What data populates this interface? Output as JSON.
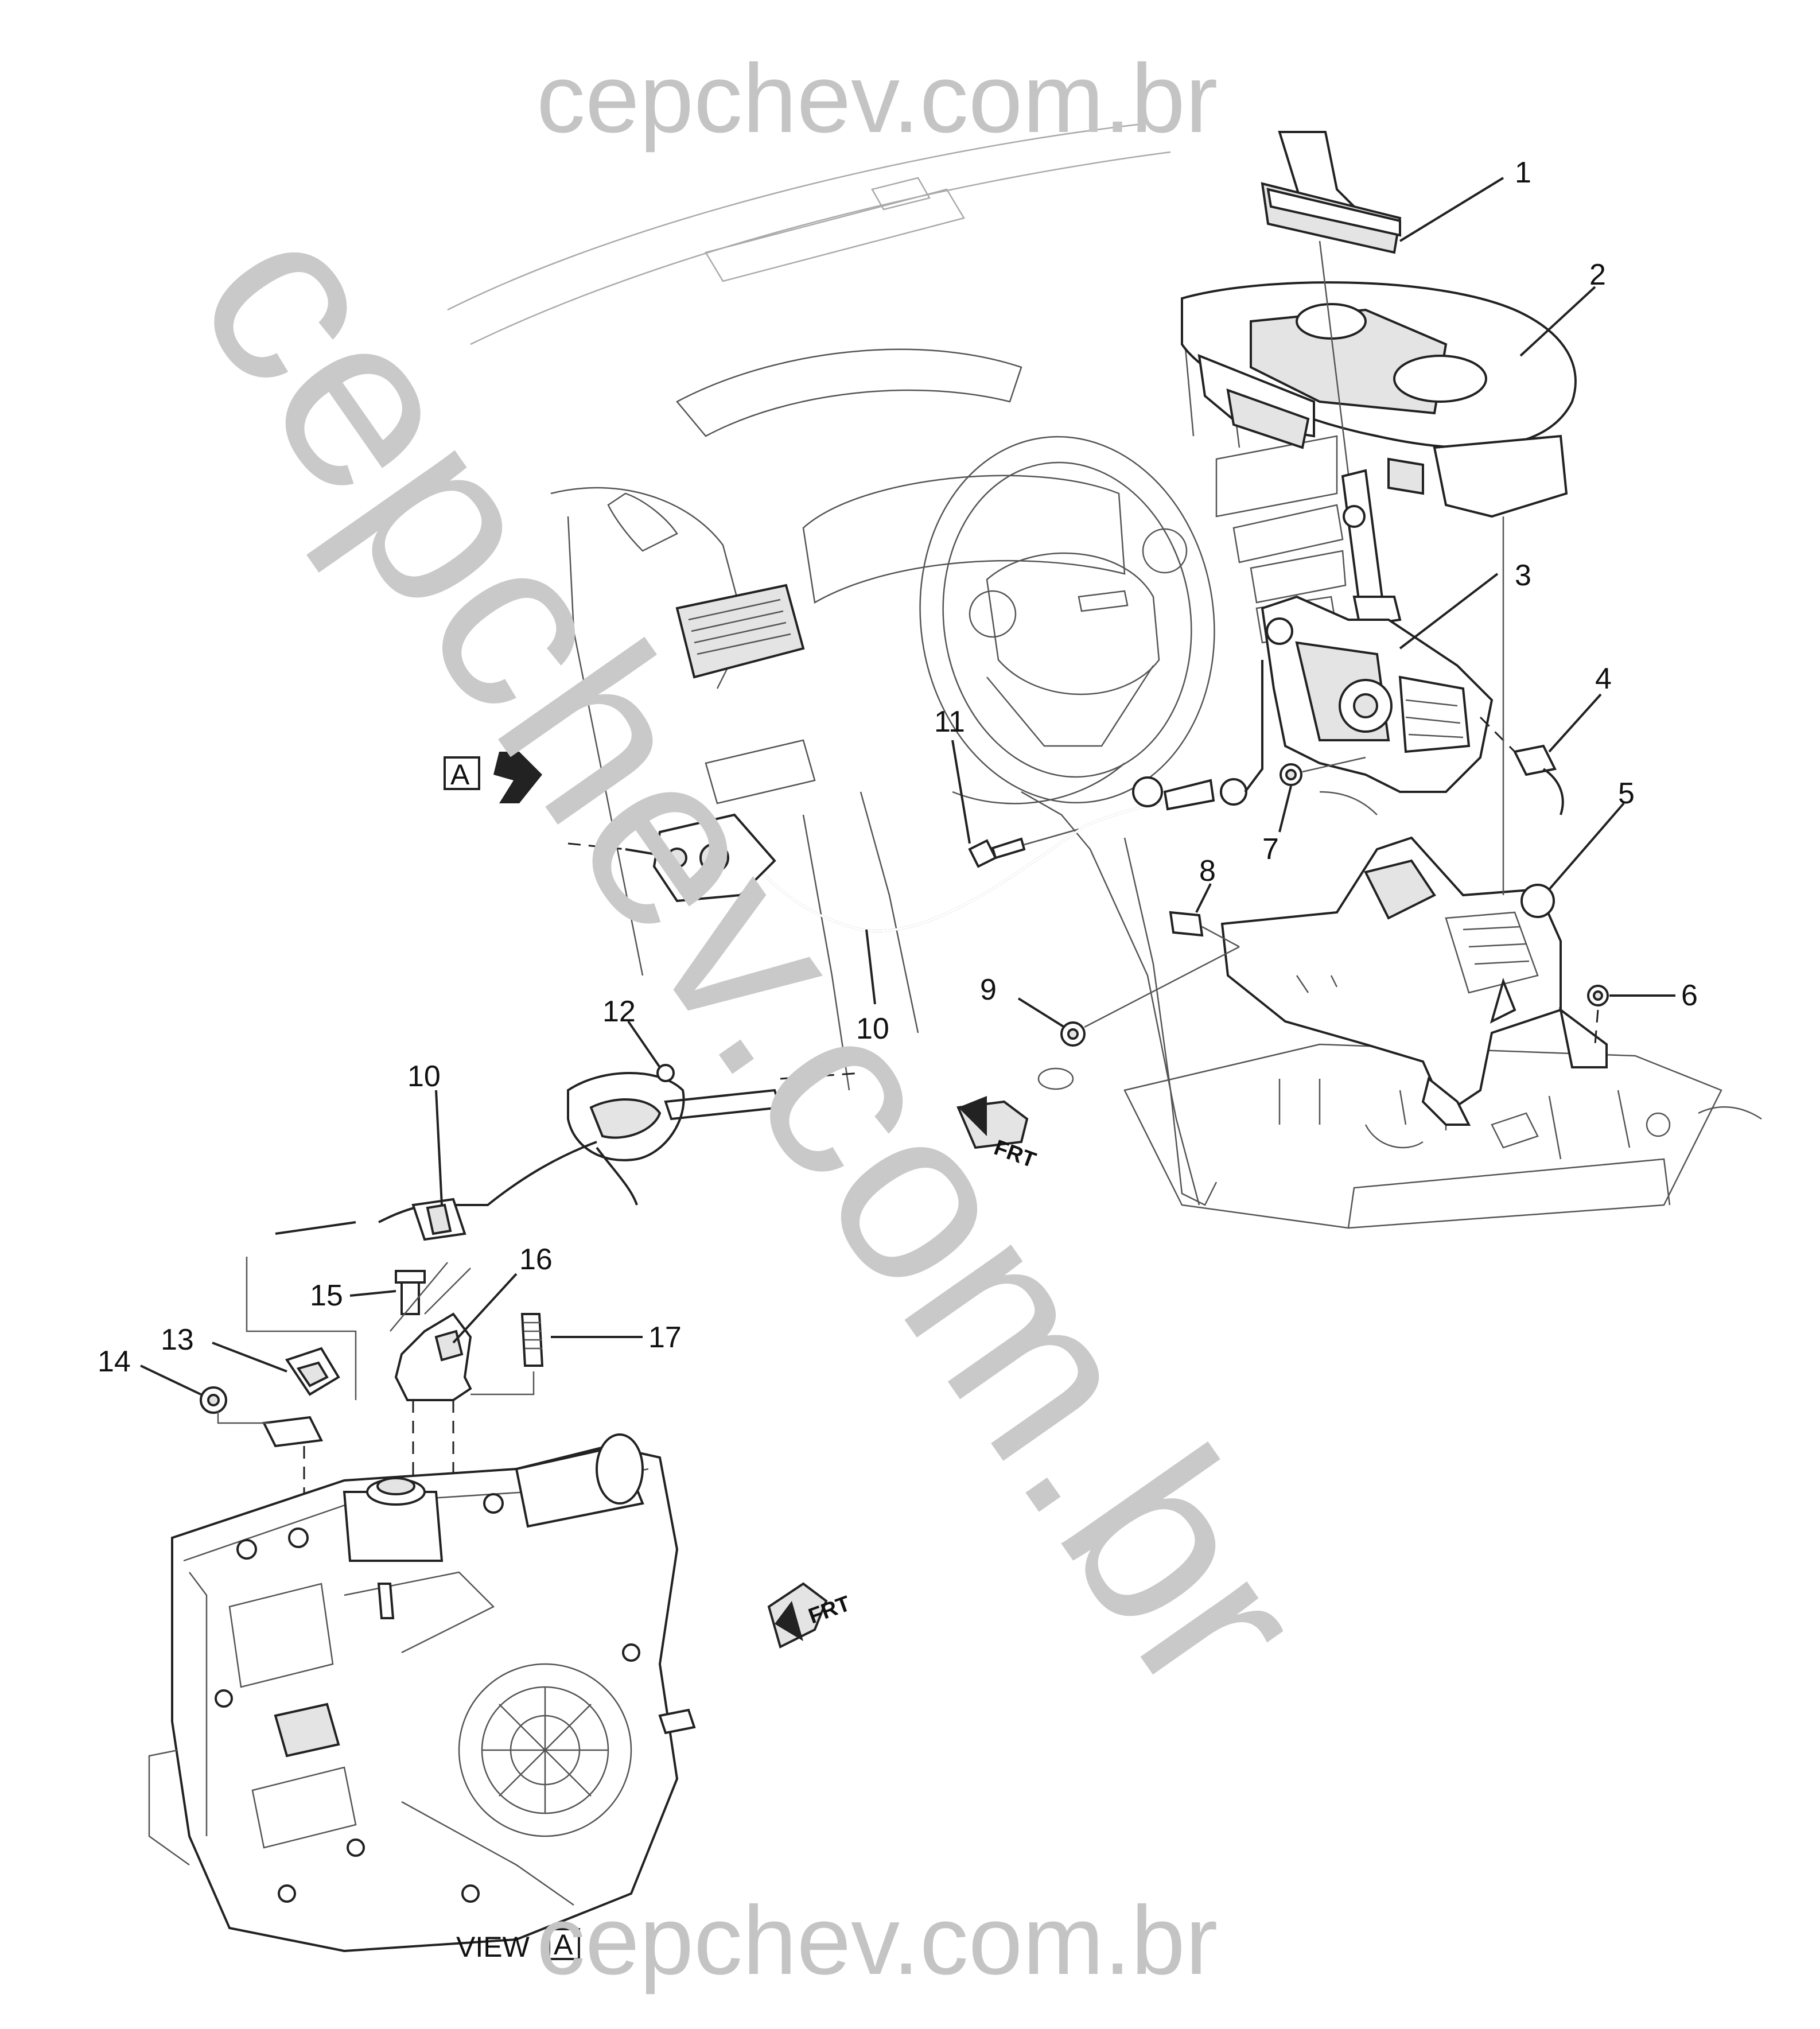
{
  "watermark": {
    "top": "cepchev.com.br",
    "diagonal": "cepchev.com.br",
    "bottom": "cepchev.com.br"
  },
  "view_marker": {
    "letter": "A"
  },
  "view_label": {
    "word": "VIEW",
    "letter": "A"
  },
  "direction_labels": [
    "FRT",
    "FRT"
  ],
  "callouts": [
    "1",
    "2",
    "3",
    "4",
    "5",
    "6",
    "7",
    "8",
    "9",
    "10",
    "11",
    "10",
    "12",
    "13",
    "14",
    "15",
    "16",
    "17"
  ]
}
